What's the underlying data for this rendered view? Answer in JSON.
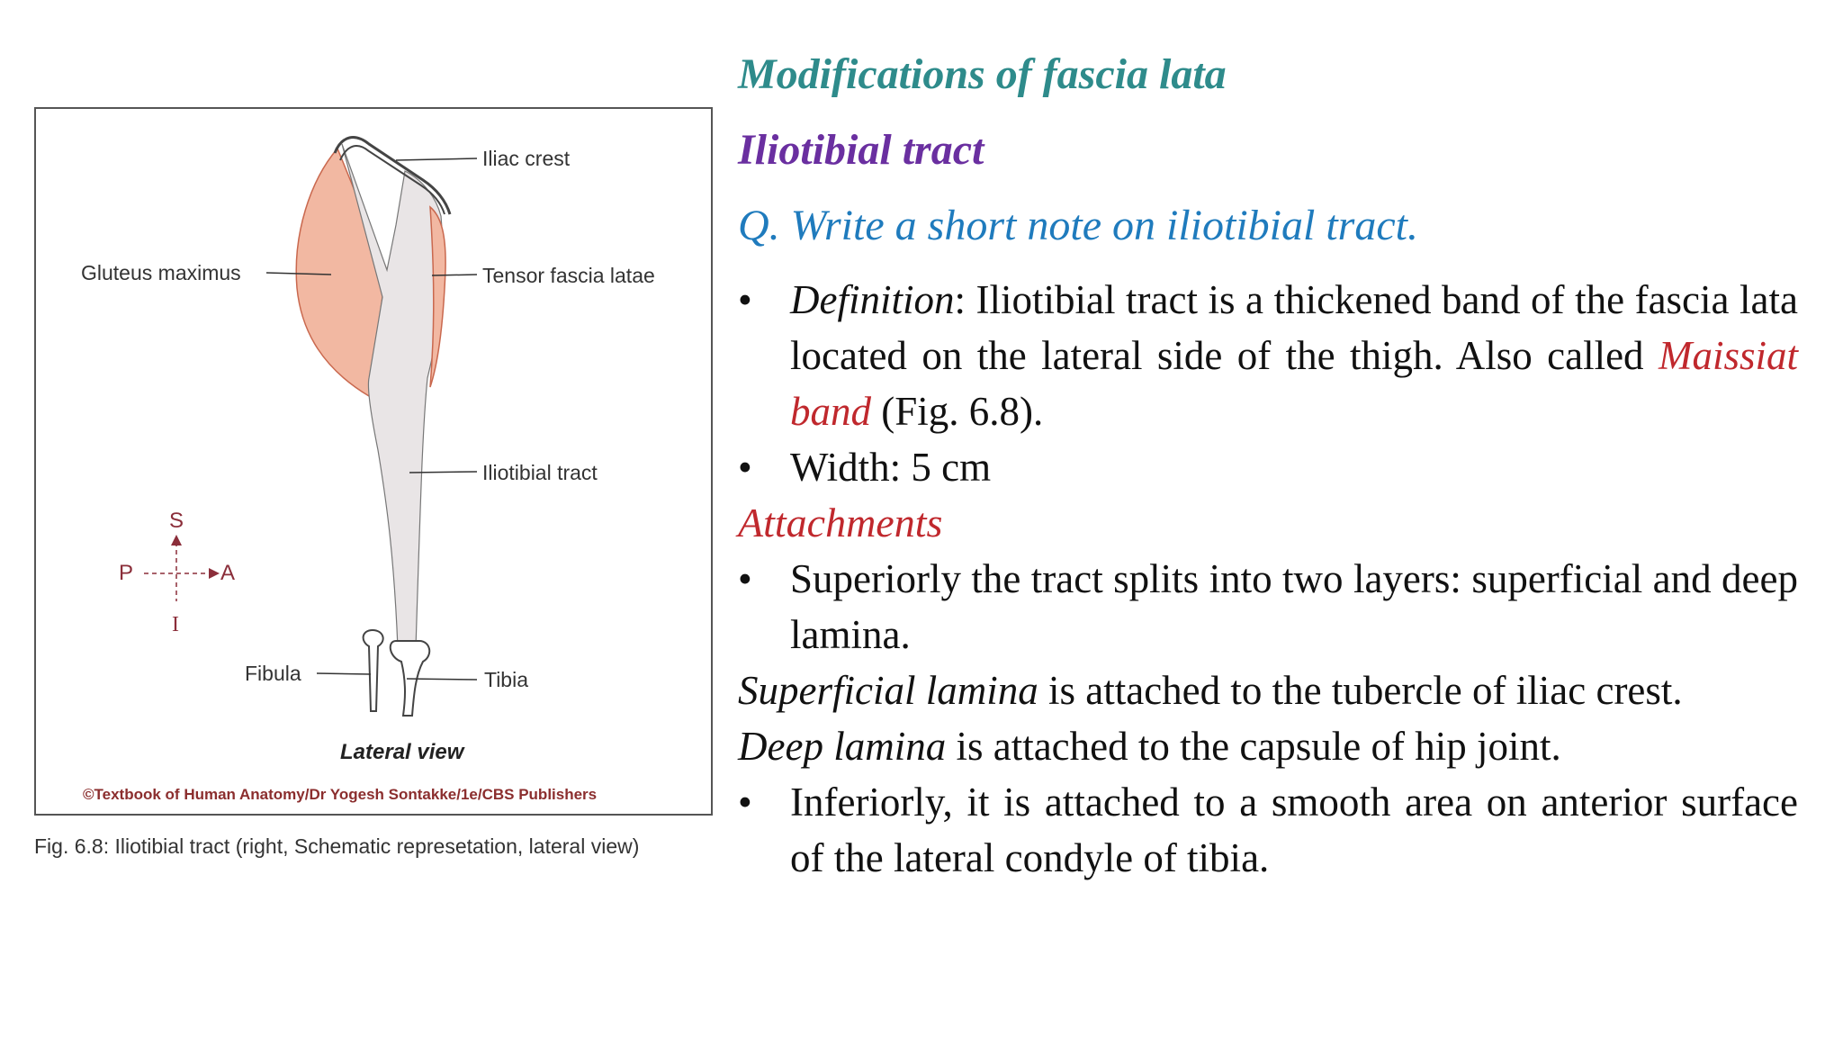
{
  "figure": {
    "labels": {
      "iliac_crest": "Iliac crest",
      "gluteus_maximus": "Gluteus maximus",
      "tensor_fascia_latae": "Tensor fascia latae",
      "iliotibial_tract": "Iliotibial tract",
      "fibula": "Fibula",
      "tibia": "Tibia"
    },
    "compass": {
      "s": "S",
      "p": "P",
      "a": "A",
      "i": "I"
    },
    "view_label": "Lateral view",
    "copyright": "©Textbook of Human Anatomy/Dr Yogesh Sontakke/1e/CBS Publishers",
    "caption": "Fig. 6.8: Iliotibial tract (right, Schematic represetation, lateral view)",
    "colors": {
      "muscle": "#f2b8a2",
      "muscle_stroke": "#c9684e",
      "tract": "#e9e5e6",
      "outline": "#444444",
      "compass": "#8b2e3a"
    }
  },
  "text": {
    "heading": "Modifications of fascia lata",
    "subheading": "Iliotibial tract",
    "question": "Q. Write a short note on iliotibial tract.",
    "definition_term": "Definition",
    "definition_text": ": Iliotibial tract is a thickened band of the fascia lata located on the lateral side of the thigh. Also called ",
    "definition_highlight": "Maissiat band",
    "definition_end": " (Fig. 6.8).",
    "width_text": "Width: 5 cm",
    "attachments_heading": "Attachments",
    "superiorly_text": "Superiorly the tract splits into two layers: superficial and deep lamina.",
    "superficial_term": "Superficial lamina",
    "superficial_text": " is attached to the tubercle of iliac crest.",
    "deep_term": "Deep lamina",
    "deep_text": " is attached to the capsule of hip joint.",
    "inferiorly_text": "Inferiorly, it is attached to a smooth area on anterior surface of the lateral condyle of tibia.",
    "bullet_char": "•",
    "colors": {
      "heading": "#2e8b8b",
      "subheading": "#6a2fa0",
      "question": "#1f7bbd",
      "red": "#c0282d"
    }
  }
}
